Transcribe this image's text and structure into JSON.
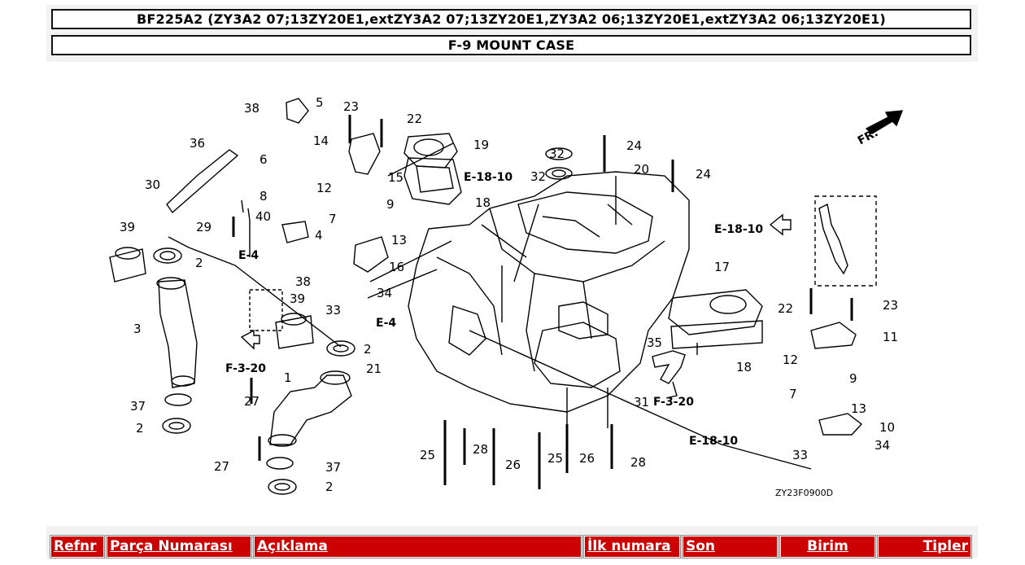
{
  "header": {
    "model_line": "BF225A2 (ZY3A2 07;13ZY20E1,extZY3A2 07;13ZY20E1,ZY3A2 06;13ZY20E1,extZY3A2 06;13ZY20E1)",
    "section_title": "F-9 MOUNT CASE"
  },
  "diagram": {
    "fr_label": "FR.",
    "drawing_code": "ZY23F0900D",
    "callouts": [
      "1",
      "2",
      "2",
      "2",
      "2",
      "3",
      "4",
      "5",
      "6",
      "7",
      "7",
      "8",
      "9",
      "9",
      "10",
      "11",
      "12",
      "12",
      "13",
      "13",
      "14",
      "15",
      "16",
      "17",
      "18",
      "18",
      "19",
      "20",
      "21",
      "22",
      "22",
      "23",
      "23",
      "24",
      "24",
      "25",
      "25",
      "26",
      "26",
      "27",
      "27",
      "28",
      "28",
      "29",
      "30",
      "31",
      "32",
      "32",
      "33",
      "33",
      "34",
      "34",
      "35",
      "36",
      "37",
      "37",
      "38",
      "38",
      "39",
      "39",
      "40"
    ],
    "references": [
      "E-18-10",
      "E-18-10",
      "E-18-10",
      "E-4",
      "E-4",
      "F-3-20",
      "F-3-20"
    ]
  },
  "table": {
    "columns": [
      "Refnr",
      "Parça Numarası",
      "Açıklama",
      "İlk numara",
      "Son",
      "Birim",
      "Tipler"
    ]
  },
  "colors": {
    "header_bg": "#cc0000",
    "header_text": "#ffffff"
  }
}
